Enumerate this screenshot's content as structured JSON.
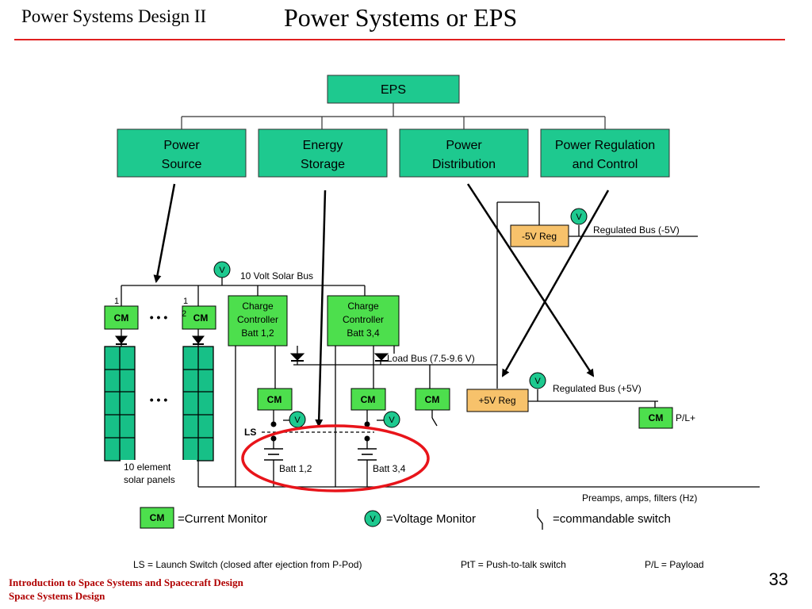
{
  "header": {
    "course": "Power Systems Design II",
    "title": "Power Systems or EPS"
  },
  "tree": {
    "root": "EPS",
    "children": [
      [
        "Power",
        "Source"
      ],
      [
        "Energy",
        "Storage"
      ],
      [
        "Power",
        "Distribution"
      ],
      [
        "Power Regulation",
        "and Control"
      ]
    ]
  },
  "schematic": {
    "solar_bus": "10 Volt Solar Bus",
    "cm": "CM",
    "v": "V",
    "dots": "• • •",
    "panel_label_1": "1",
    "panel_label_2": "1",
    "panel_label_3": "2",
    "panel_caption": [
      "10 element",
      "solar panels"
    ],
    "charge_controller_1": [
      "Charge",
      "Controller",
      "Batt 1,2"
    ],
    "charge_controller_2": [
      "Charge",
      "Controller",
      "Batt 3,4"
    ],
    "load_bus": "Load Bus (7.5-9.6 V)",
    "neg_reg": "-5V Reg",
    "neg_bus": "Regulated Bus (-5V)",
    "pos_reg": "+5V Reg",
    "pos_bus": "Regulated Bus (+5V)",
    "pl": "P/L+",
    "ls": "LS",
    "batt_1": "Batt 1,2",
    "batt_2": "Batt 3,4",
    "preamps": "Preamps, amps, filters (Hz)"
  },
  "legend": {
    "cm": "=Current Monitor",
    "v": "=Voltage Monitor",
    "switch": "=commandable switch"
  },
  "abbreviations": {
    "ls": "LS = Launch Switch (closed after ejection from P-Pod)",
    "ptt": "PtT = Push-to-talk switch",
    "pl": "P/L = Payload"
  },
  "footer": {
    "line1": "Introduction to Space Systems and Spacecraft Design",
    "line2": "Space Systems Design"
  },
  "page_number": "33",
  "colors": {
    "box_green": "#1ec98f",
    "cm_green": "#4ddf4d",
    "reg_orange": "#f7c26b",
    "highlight_red": "#e8141a",
    "title_rule": "#e02020"
  }
}
